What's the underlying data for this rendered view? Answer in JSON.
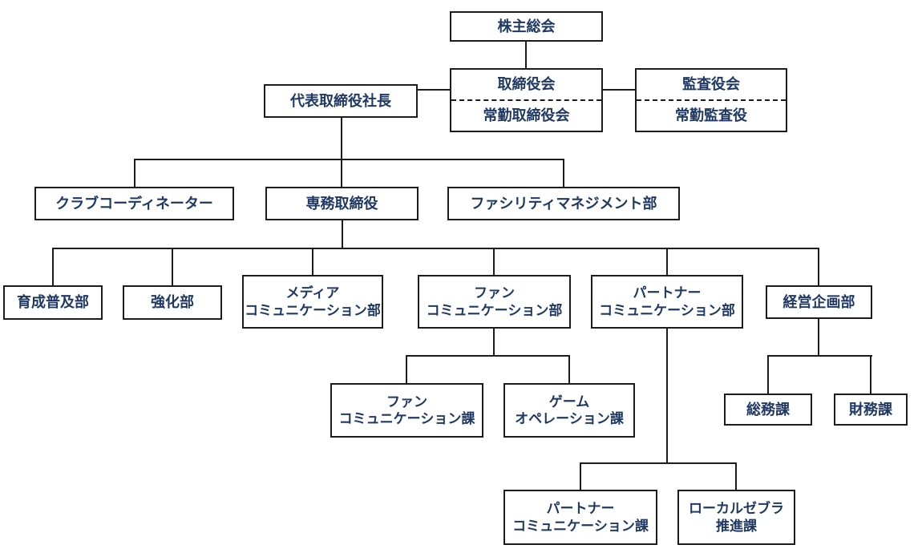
{
  "colors": {
    "text": "#1F3864",
    "border": "#1c1c1c",
    "background": "#ffffff"
  },
  "nodes": {
    "shareholders_meeting": {
      "label": "株主総会"
    },
    "board_of_directors": {
      "top": "取締役会",
      "bottom": "常勤取締役会"
    },
    "audit_board": {
      "top": "監査役会",
      "bottom": "常勤監査役"
    },
    "president": {
      "label": "代表取締役社長"
    },
    "club_coordinator": {
      "label": "クラブコーディネーター"
    },
    "senior_managing_director": {
      "label": "専務取締役"
    },
    "facility_management_dept": {
      "label": "ファシリティマネジメント部"
    },
    "development_dept": {
      "label": "育成普及部"
    },
    "strengthening_dept": {
      "label": "強化部"
    },
    "media_comm_dept": {
      "line1": "メディア",
      "line2": "コミュニケーション部"
    },
    "fan_comm_dept": {
      "line1": "ファン",
      "line2": "コミュニケーション部"
    },
    "partner_comm_dept": {
      "line1": "パートナー",
      "line2": "コミュニケーション部"
    },
    "corporate_planning_dept": {
      "label": "経営企画部"
    },
    "fan_comm_section": {
      "line1": "ファン",
      "line2": "コミュニケーション課"
    },
    "game_operation_section": {
      "line1": "ゲーム",
      "line2": "オペレーション課"
    },
    "general_affairs_section": {
      "label": "総務課"
    },
    "finance_section": {
      "label": "財務課"
    },
    "partner_comm_section": {
      "line1": "パートナー",
      "line2": "コミュニケーション課"
    },
    "local_zebra_section": {
      "line1": "ローカルゼブラ",
      "line2": "推進課"
    }
  },
  "edges": [
    {
      "from": "株主総会",
      "to": "取締役会"
    },
    {
      "from": "取締役会",
      "to": "代表取締役社長"
    },
    {
      "from": "取締役会",
      "to": "監査役会"
    },
    {
      "from": "代表取締役社長",
      "to": "クラブコーディネーター"
    },
    {
      "from": "代表取締役社長",
      "to": "専務取締役"
    },
    {
      "from": "代表取締役社長",
      "to": "ファシリティマネジメント部"
    },
    {
      "from": "専務取締役",
      "to": "育成普及部"
    },
    {
      "from": "専務取締役",
      "to": "強化部"
    },
    {
      "from": "専務取締役",
      "to": "メディアコミュニケーション部"
    },
    {
      "from": "専務取締役",
      "to": "ファンコミュニケーション部"
    },
    {
      "from": "専務取締役",
      "to": "パートナーコミュニケーション部"
    },
    {
      "from": "専務取締役",
      "to": "経営企画部"
    },
    {
      "from": "ファンコミュニケーション部",
      "to": "ファンコミュニケーション課"
    },
    {
      "from": "ファンコミュニケーション部",
      "to": "ゲームオペレーション課"
    },
    {
      "from": "パートナーコミュニケーション部",
      "to": "パートナーコミュニケーション課"
    },
    {
      "from": "パートナーコミュニケーション部",
      "to": "ローカルゼブラ推進課"
    },
    {
      "from": "経営企画部",
      "to": "総務課"
    },
    {
      "from": "経営企画部",
      "to": "財務課"
    }
  ]
}
